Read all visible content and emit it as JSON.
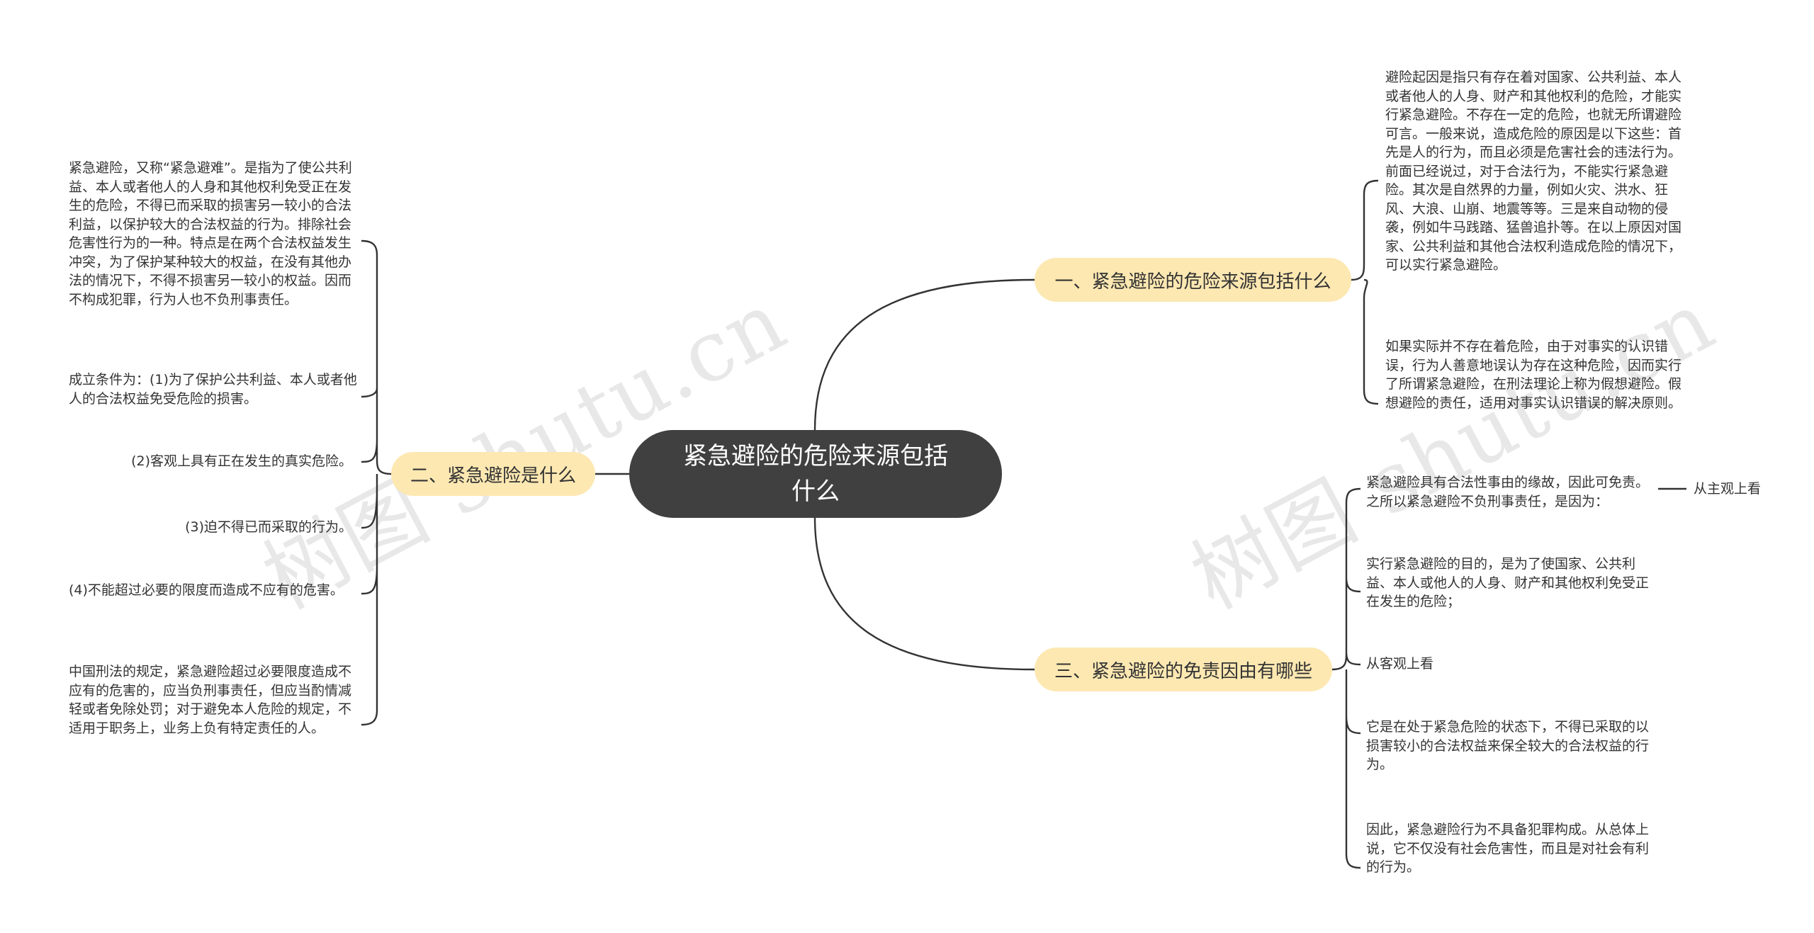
{
  "root": {
    "title": "紧急避险的危险来源包括什么"
  },
  "watermark": "树图 shutu.cn",
  "branches": {
    "b1": {
      "label": "一、紧急避险的危险来源包括什么",
      "leaves": [
        "避险起因是指只有存在着对国家、公共利益、本人或者他人的人身、财产和其他权利的危险，才能实行紧急避险。不存在一定的危险，也就无所谓避险可言。一般来说，造成危险的原因是以下这些：首先是人的行为，而且必须是危害社会的违法行为。前面已经说过，对于合法行为，不能实行紧急避险。其次是自然界的力量，例如火灾、洪水、狂风、大浪、山崩、地震等等。三是来自动物的侵袭，例如牛马践踏、猛兽追扑等。在以上原因对国家、公共利益和其他合法权利造成危险的情况下，可以实行紧急避险。",
        "如果实际并不存在着危险，由于对事实的认识错误，行为人善意地误认为存在这种危险，因而实行了所谓紧急避险，在刑法理论上称为假想避险。假想避险的责任，适用对事实认识错误的解决原则。"
      ]
    },
    "b2": {
      "label": "二、紧急避险是什么",
      "leaves": [
        "紧急避险，又称“紧急避难”。是指为了使公共利益、本人或者他人的人身和其他权利免受正在发生的危险，不得已而采取的损害另一较小的合法利益，以保护较大的合法权益的行为。排除社会危害性行为的一种。特点是在两个合法权益发生冲突，为了保护某种较大的权益，在没有其他办法的情况下，不得不损害另一较小的权益。因而不构成犯罪，行为人也不负刑事责任。",
        "成立条件为：(1)为了保护公共利益、本人或者他人的合法权益免受危险的损害。",
        "(2)客观上具有正在发生的真实危险。",
        "(3)迫不得已而采取的行为。",
        "(4)不能超过必要的限度而造成不应有的危害。",
        "中国刑法的规定，紧急避险超过必要限度造成不应有的危害的，应当负刑事责任，但应当酌情减轻或者免除处罚；对于避免本人危险的规定，不适用于职务上，业务上负有特定责任的人。"
      ]
    },
    "b3": {
      "label": "三、紧急避险的免责因由有哪些",
      "leaves": [
        "紧急避险具有合法性事由的缘故，因此可免责。之所以紧急避险不负刑事责任，是因为：",
        "实行紧急避险的目的，是为了使国家、公共利益、本人或他人的人身、财产和其他权利免受正在发生的危险；",
        "从客观上看",
        "它是在处于紧急危险的状态下，不得已采取的以损害较小的合法权益来保全较大的合法权益的行为。",
        "因此，紧急避险行为不具备犯罪构成。从总体上说，它不仅没有社会危害性，而且是对社会有利的行为。"
      ],
      "sub_leaf": "从主观上看"
    }
  },
  "colors": {
    "root_bg": "#404040",
    "branch_bg": "#fde8b2",
    "line": "#333333"
  }
}
